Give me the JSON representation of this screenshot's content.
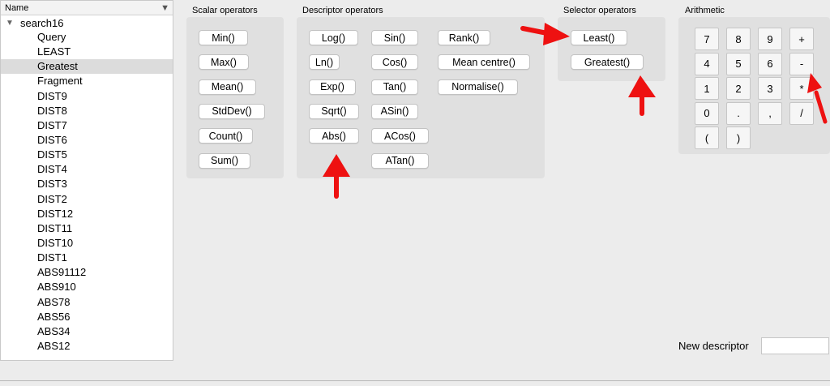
{
  "tree": {
    "header_label": "Name",
    "root_label": "search16",
    "items": [
      "Query",
      "LEAST",
      "Greatest",
      "Fragment",
      "DIST9",
      "DIST8",
      "DIST7",
      "DIST6",
      "DIST5",
      "DIST4",
      "DIST3",
      "DIST2",
      "DIST12",
      "DIST11",
      "DIST10",
      "DIST1",
      "ABS91112",
      "ABS910",
      "ABS78",
      "ABS56",
      "ABS34",
      "ABS12"
    ],
    "selected_item": "Greatest"
  },
  "scalar": {
    "title": "Scalar operators",
    "buttons": [
      "Min()",
      "Max()",
      "Mean()",
      "StdDev()",
      "Count()",
      "Sum()"
    ]
  },
  "descriptor": {
    "title": "Descriptor operators",
    "col1": [
      "Log()",
      "Ln()",
      "Exp()",
      "Sqrt()",
      "Abs()"
    ],
    "col2": [
      "Sin()",
      "Cos()",
      "Tan()",
      "ASin()",
      "ACos()",
      "ATan()"
    ],
    "col3": [
      "Rank()",
      "Mean centre()",
      "Normalise()"
    ]
  },
  "selector": {
    "title": "Selector operators",
    "buttons": [
      "Least()",
      "Greatest()"
    ]
  },
  "arithmetic": {
    "title": "Arithmetic",
    "keys": [
      "7",
      "8",
      "9",
      "+",
      "4",
      "5",
      "6",
      "-",
      "1",
      "2",
      "3",
      "*",
      "0",
      ".",
      ",",
      "/",
      "(",
      ")"
    ]
  },
  "new_descriptor": {
    "label": "New descriptor",
    "value": ""
  },
  "annotation_color": "#ee1111"
}
